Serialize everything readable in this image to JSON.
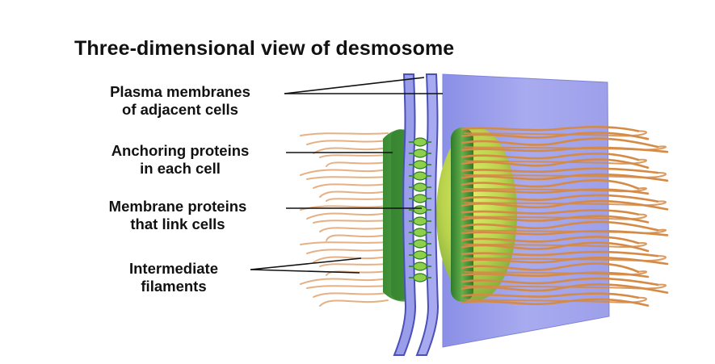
{
  "title": "Three-dimensional view of desmosome",
  "labels": {
    "plasma": {
      "line1": "Plasma membranes",
      "line2": "of adjacent cells"
    },
    "anchoring": {
      "line1": "Anchoring proteins",
      "line2": "in each cell"
    },
    "membrane": {
      "line1": "Membrane proteins",
      "line2": "that link cells"
    },
    "filaments": {
      "line1": "Intermediate",
      "line2": "filaments"
    }
  },
  "colors": {
    "membrane_panel": "#9fa2ec",
    "membrane_stripe": "#4b50b8",
    "anchoring_plaque": "#3f8f3a",
    "plaque_highlight": "#cfe15a",
    "linker_protein": "#8fd04a",
    "filament": "#d58a45",
    "leader_line": "#111111"
  }
}
